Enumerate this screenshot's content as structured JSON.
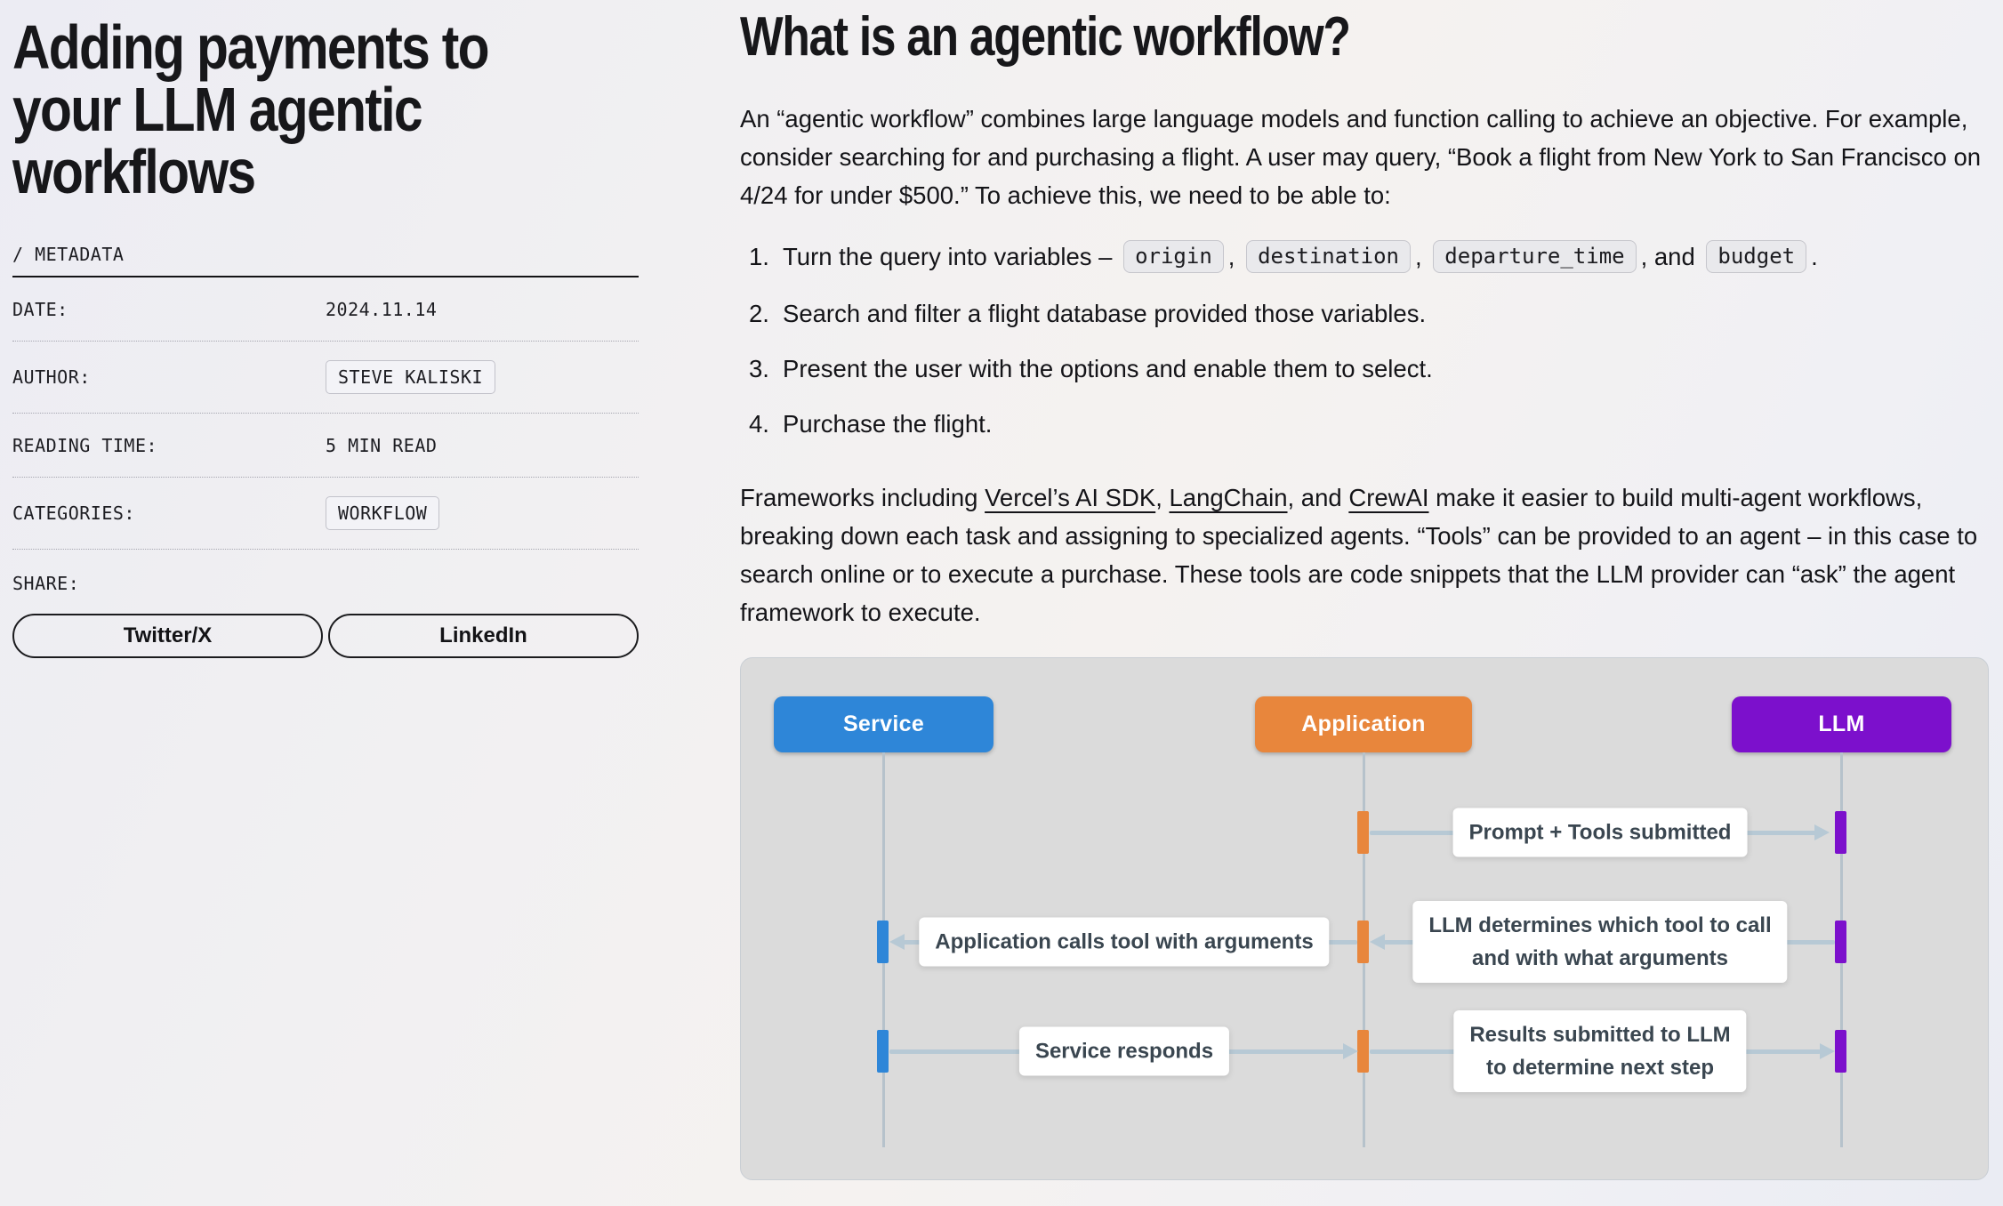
{
  "sidebar": {
    "title_lines": [
      "Adding payments to",
      "your LLM agentic",
      "workflows"
    ],
    "metadata_heading": "/ METADATA",
    "rows": [
      {
        "label": "DATE:",
        "value": "2024.11.14"
      },
      {
        "label": "AUTHOR:",
        "value": "STEVE KALISKI"
      },
      {
        "label": "READING TIME:",
        "value": "5 MIN READ"
      },
      {
        "label": "CATEGORIES:",
        "value": "WORKFLOW"
      }
    ],
    "share_label": "SHARE:",
    "share_buttons": [
      "Twitter/X",
      "LinkedIn"
    ]
  },
  "article": {
    "heading": "What is an agentic workflow?",
    "p1": "An “agentic workflow” combines large language models and function calling to achieve an objective. For example, consider searching for and purchasing a flight. A user may query, “Book a flight from New York to San Francisco on 4/24 for under $500.” To achieve this, we need to be able to:",
    "list": {
      "i1": {
        "num": "1.",
        "pre": "Turn the query into variables – ",
        "c1": "origin",
        "s1": ", ",
        "c2": "destination",
        "s2": ", ",
        "c3": "departure_time",
        "s3": ", and ",
        "c4": "budget",
        "end": "."
      },
      "i2": {
        "num": "2.",
        "text": "Search and filter a flight database provided those variables."
      },
      "i3": {
        "num": "3.",
        "text": "Present the user with the options and enable them to select."
      },
      "i4": {
        "num": "4.",
        "text": "Purchase the flight."
      }
    },
    "p2": {
      "pre": "Frameworks including ",
      "link1": "Vercel’s AI SDK",
      "s1": ", ",
      "link2": "LangChain",
      "s2": ", and ",
      "link3": "CrewAI",
      "post": " make it easier to build multi-agent workflows, breaking down each task and assigning to specialized agents. “Tools” can be provided to an agent – in this case to search online or to execute a purchase. These tools are code snippets that the LLM provider can “ask” the agent framework to execute."
    }
  },
  "diagram": {
    "actors": [
      {
        "label": "Service",
        "color": "#2e86d8"
      },
      {
        "label": "Application",
        "color": "#e8863c"
      },
      {
        "label": "LLM",
        "color": "#7c10cc"
      }
    ],
    "messages": [
      {
        "text": "Prompt + Tools submitted"
      },
      {
        "text": "Application calls tool with arguments"
      },
      {
        "text": "LLM determines which tool to call\nand with what arguments"
      },
      {
        "text": "Service responds"
      },
      {
        "text": "Results submitted to LLM\nto determine next step"
      }
    ],
    "colors": {
      "arrow": "#b7c9d5",
      "panel_bg": "#dbdbdb"
    }
  }
}
